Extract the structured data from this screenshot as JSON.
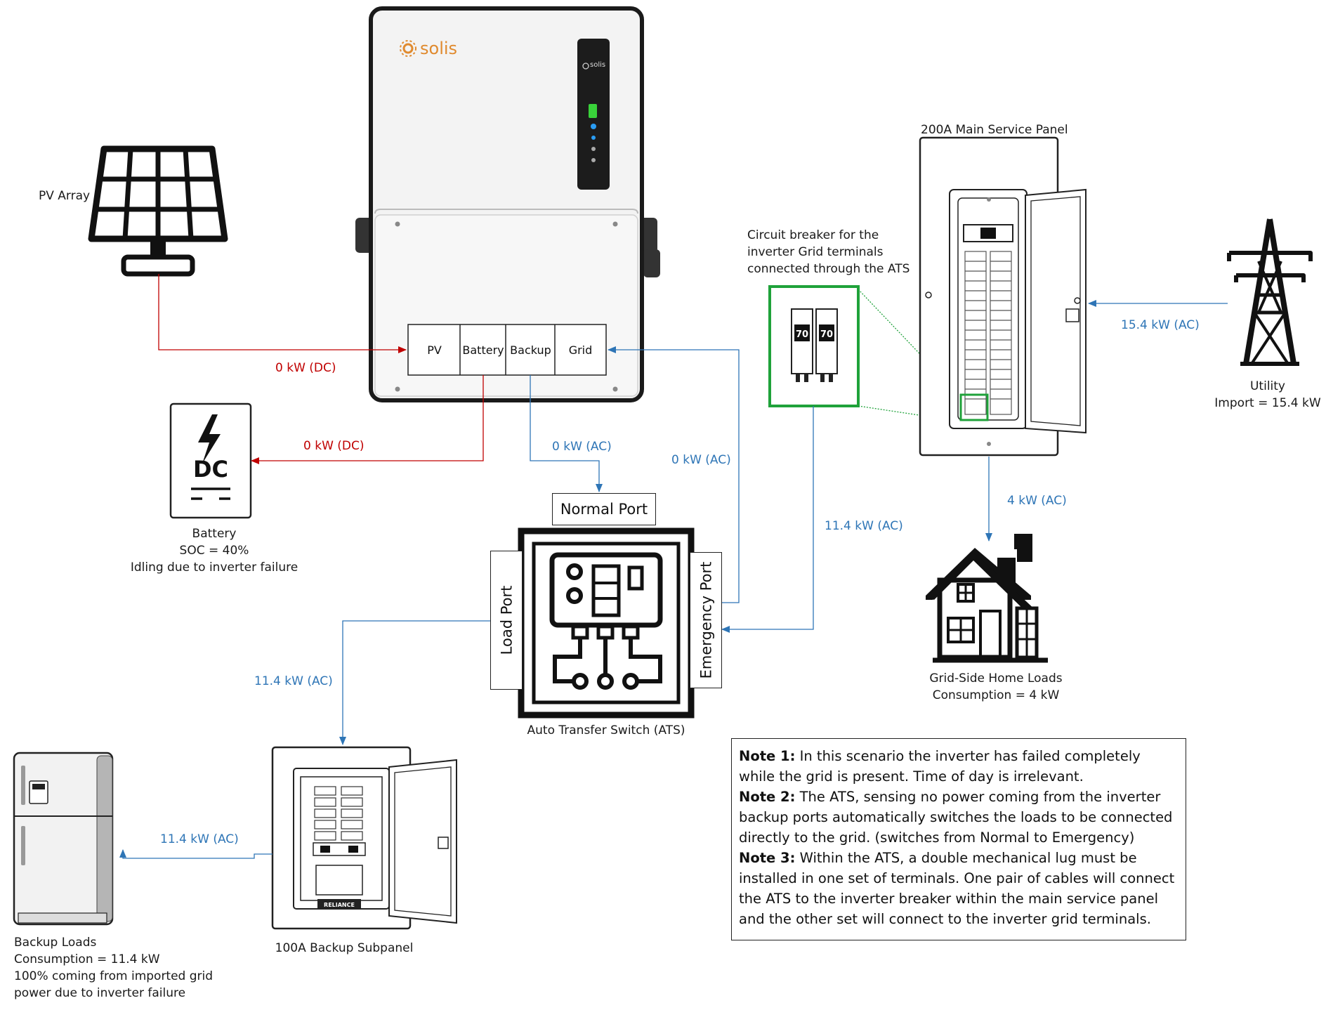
{
  "brand": {
    "name": "solis",
    "display_name": "solis"
  },
  "inverter": {
    "ports": [
      "PV",
      "Battery",
      "Backup",
      "Grid"
    ]
  },
  "labels": {
    "pv_array": "PV Array",
    "battery_title": "Battery",
    "battery_soc": "SOC = 40%",
    "battery_status": "Idling due to inverter failure",
    "battery_icon_text": "DC",
    "main_panel": "200A Main Service Panel",
    "breaker_line1": "Circuit breaker for the",
    "breaker_line2": "inverter Grid terminals",
    "breaker_line3": "connected through the ATS",
    "breaker_rating_a": "70",
    "breaker_rating_b": "70",
    "utility_title": "Utility",
    "utility_import": "Import = 15.4 kW",
    "grid_loads_title": "Grid-Side Home Loads",
    "grid_loads_consumption": "Consumption = 4 kW",
    "ats_normal_port": "Normal Port",
    "ats_load_port": "Load Port",
    "ats_emergency_port": "Emergency Port",
    "ats_title": "Auto Transfer Switch (ATS)",
    "subpanel": "100A Backup Subpanel",
    "subpanel_brand": "RELIANCE",
    "backup_loads_title": "Backup Loads",
    "backup_loads_consumption": "Consumption = 11.4 kW",
    "backup_loads_note1": "100% coming from imported grid",
    "backup_loads_note2": "power due to inverter failure"
  },
  "flows": {
    "pv_to_inverter": "0 kW (DC)",
    "inverter_to_battery": "0 kW (DC)",
    "backup_to_ats": "0 kW (AC)",
    "ats_to_grid_port": "0 kW (AC)",
    "breaker_to_ats": "11.4 kW (AC)",
    "utility_to_panel": "15.4 kW (AC)",
    "panel_to_home": "4 kW (AC)",
    "ats_to_subpanel": "11.4 kW (AC)",
    "subpanel_to_fridge": "11.4 kW (AC)"
  },
  "notes": [
    {
      "label": "Note 1:",
      "text": " In this scenario the inverter has failed completely while the grid is present. Time of day is irrelevant."
    },
    {
      "label": "Note 2:",
      "text": " The ATS, sensing no power coming from the inverter backup ports automatically switches the loads to be connected directly to the grid. (switches from Normal to Emergency)"
    },
    {
      "label": "Note 3:",
      "text": " Within the ATS, a double mechanical lug must be installed in one set of terminals. One pair of cables will connect the ATS to the inverter breaker within the main service panel and the other set will connect to the inverter grid terminals."
    }
  ],
  "colors": {
    "dc_line": "#c00000",
    "ac_line": "#2e75b6",
    "breaker_highlight": "#1fa23a",
    "solis_orange": "#e08a2e",
    "led_green": "#39d23a",
    "led_blue": "#2a9df4"
  }
}
